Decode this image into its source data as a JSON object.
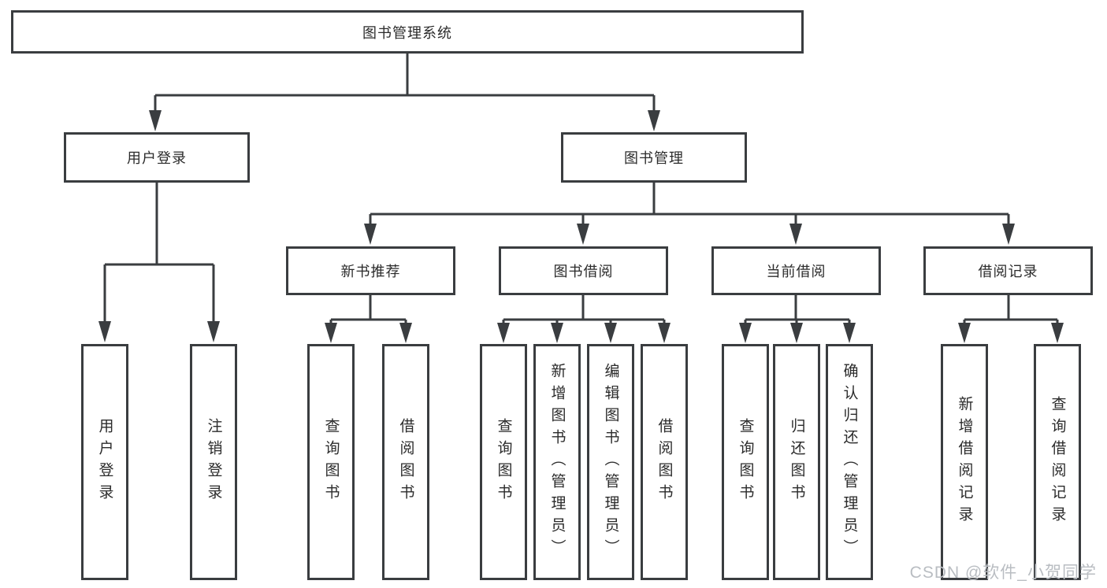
{
  "root": {
    "label": "图书管理系统"
  },
  "level2": {
    "user_login": {
      "label": "用户登录"
    },
    "book_mgmt": {
      "label": "图书管理"
    }
  },
  "level3": {
    "new_book_rec": {
      "label": "新书推荐"
    },
    "book_borrow": {
      "label": "图书借阅"
    },
    "current_borrow": {
      "label": "当前借阅"
    },
    "borrow_records": {
      "label": "借阅记录"
    }
  },
  "level4": {
    "user_login": [
      "用户登录",
      "注销登录"
    ],
    "new_book_rec": [
      "查询图书",
      "借阅图书"
    ],
    "book_borrow": [
      "查询图书",
      "新增图书（管理员）",
      "编辑图书（管理员）",
      "借阅图书"
    ],
    "current_borrow": [
      "查询图书",
      "归还图书",
      "确认归还（管理员）"
    ],
    "borrow_records": [
      "新增借阅记录",
      "查询借阅记录"
    ]
  },
  "watermark": {
    "text": "CSDN @软件_小贺同学"
  },
  "colors": {
    "line": "#3a3d40",
    "text": "#2b2b2b",
    "watermark": "#b9bdc2",
    "background": "#ffffff"
  }
}
